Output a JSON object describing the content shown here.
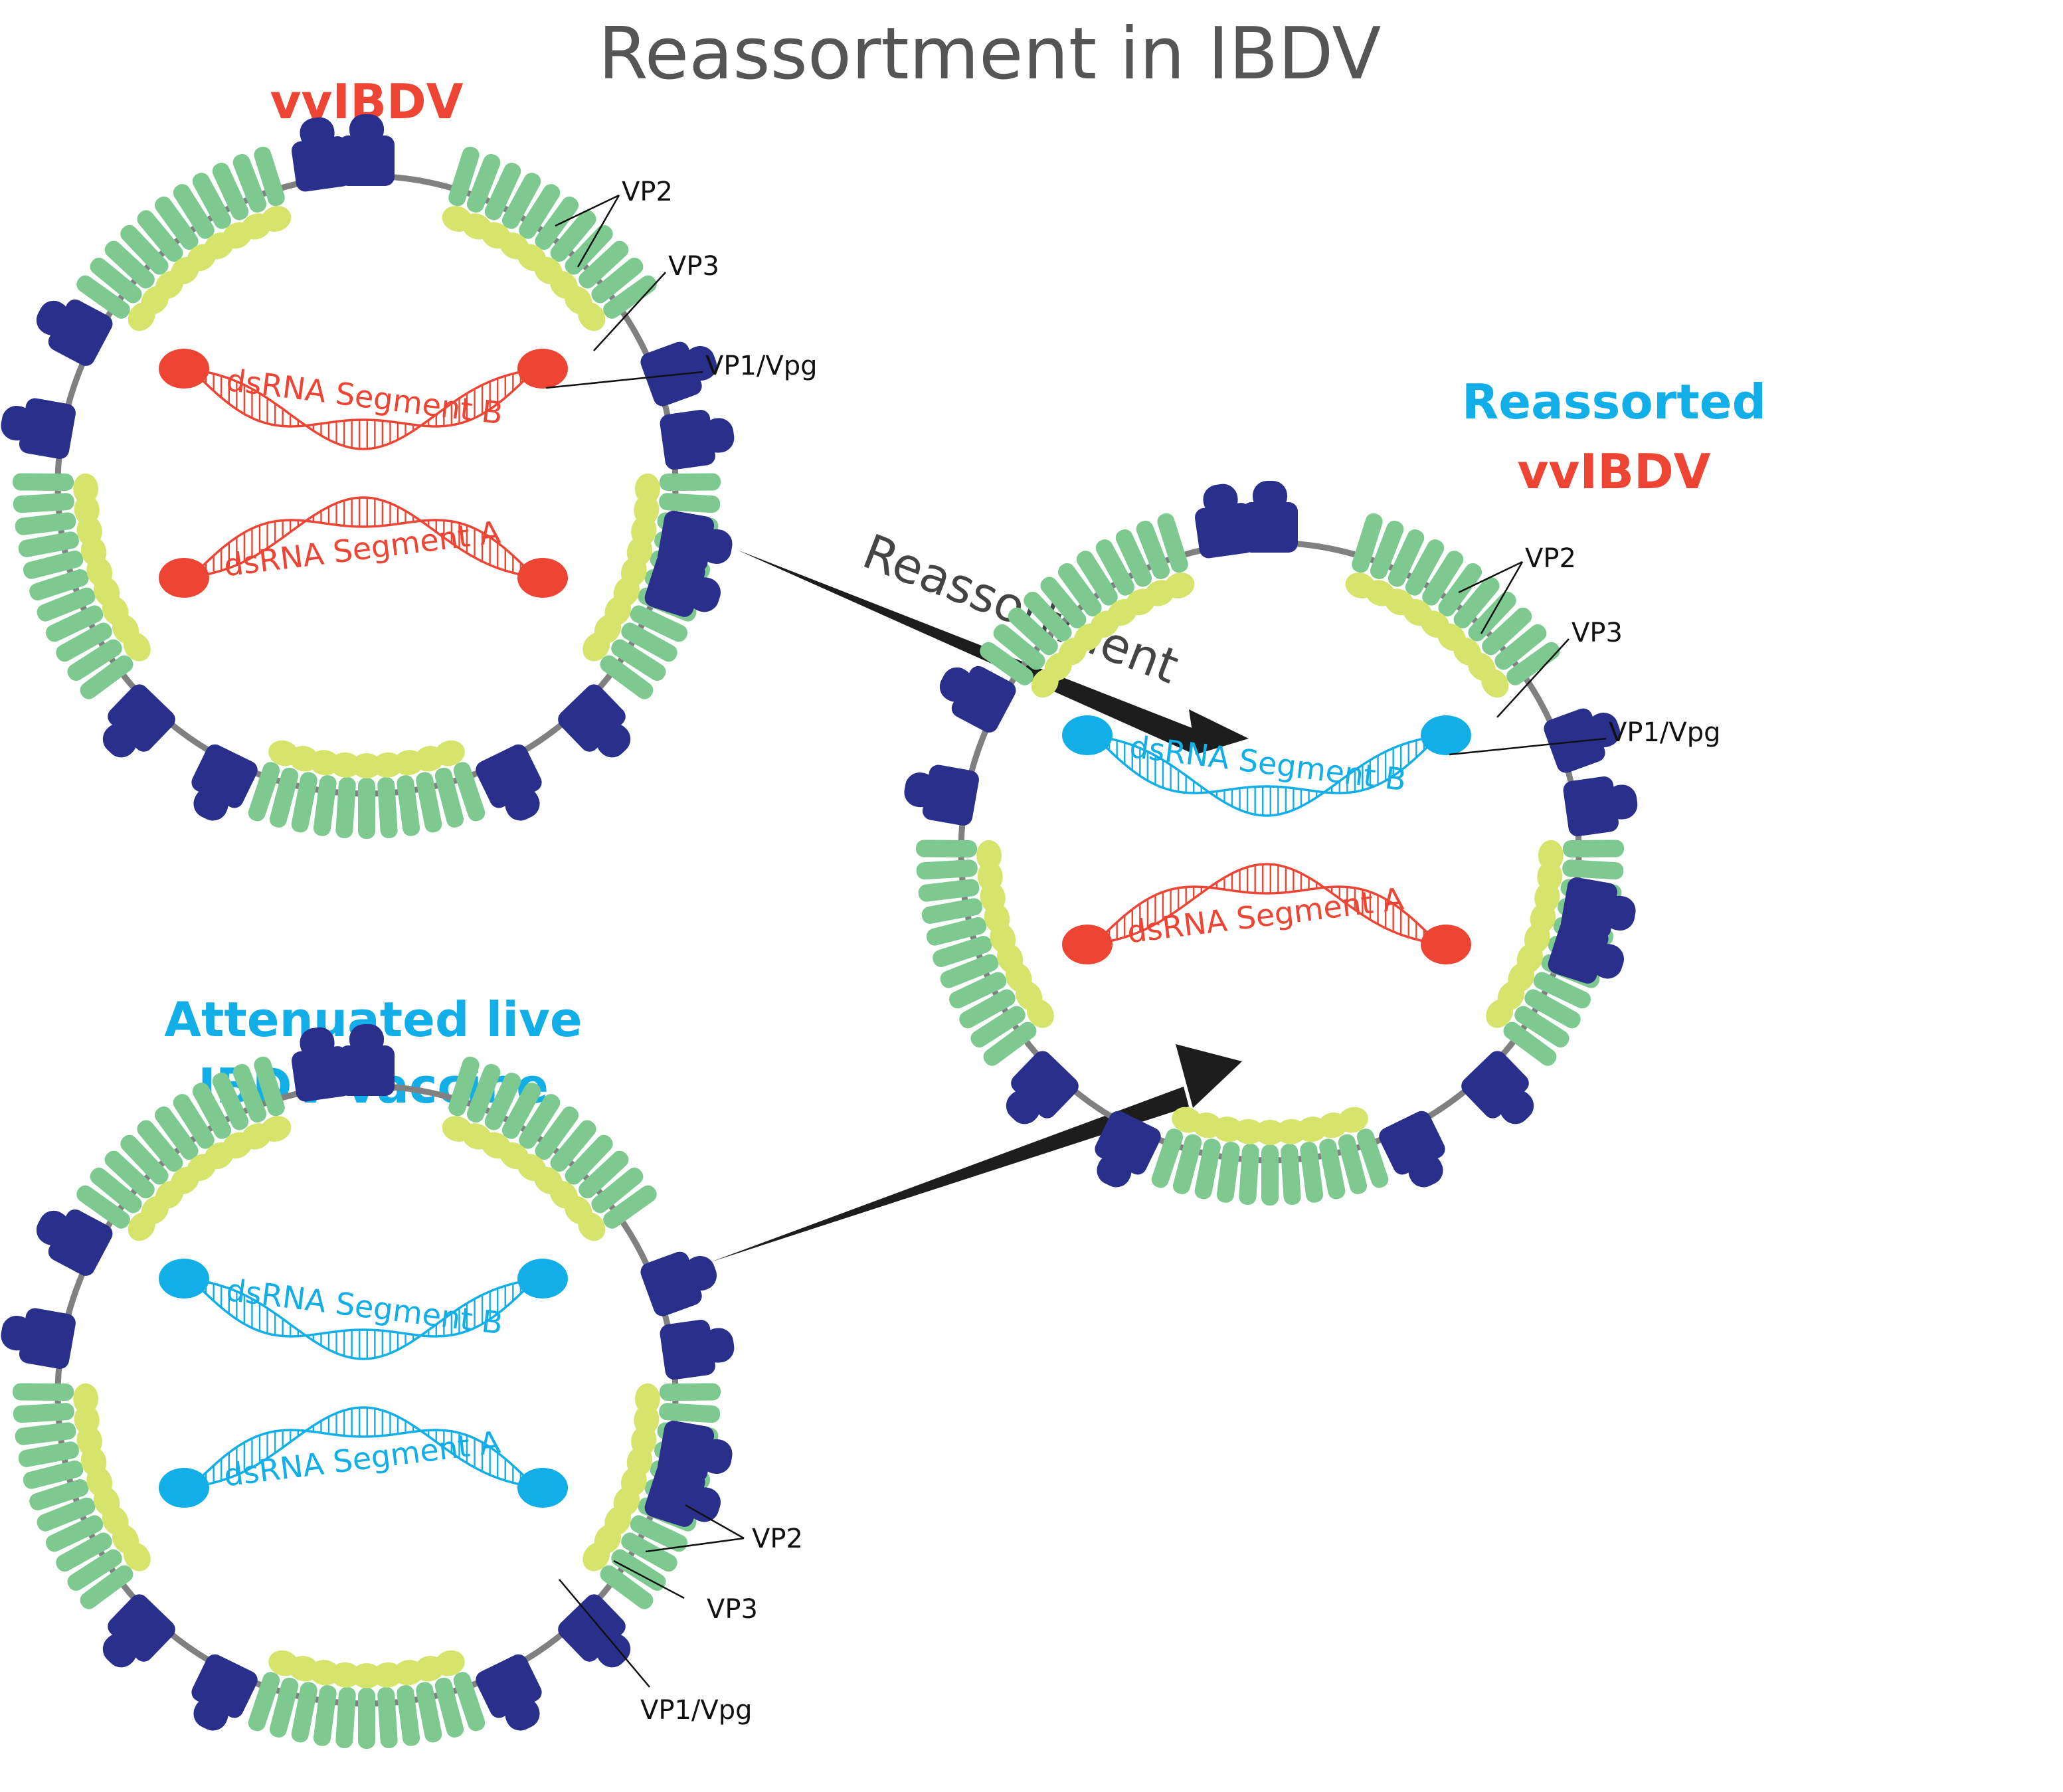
{
  "title": "Reassortment in IBDV",
  "arrow_label": "Reassortment",
  "colors": {
    "red": "#ee4433",
    "blue": "#12aee8",
    "navy": "#2b2f8c",
    "green": "#7dc98f",
    "yellow": "#d6e46c",
    "shell": "#808080",
    "title": "#555555",
    "arrow": "#1d1d1d",
    "callout": "#111111"
  },
  "virions": [
    {
      "id": "vvibdv",
      "title_lines": [
        {
          "text": "vvIBDV",
          "color": "red"
        }
      ],
      "segment_b": {
        "label": "dsRNA Segment B",
        "color": "red"
      },
      "segment_a": {
        "label": "dsRNA Segment A",
        "color": "red"
      },
      "callouts": {
        "vp2": "VP2",
        "vp3": "VP3",
        "vp1": "VP1/Vpg"
      }
    },
    {
      "id": "vaccine",
      "title_lines": [
        {
          "text": "Attenuated live",
          "color": "blue"
        },
        {
          "text": "IBDV vaccine",
          "color": "blue"
        }
      ],
      "segment_b": {
        "label": "dsRNA Segment B",
        "color": "blue"
      },
      "segment_a": {
        "label": "dsRNA Segment A",
        "color": "blue"
      },
      "callouts": {
        "vp2": "VP2",
        "vp3": "VP3",
        "vp1": "VP1/Vpg"
      }
    },
    {
      "id": "reassorted",
      "title_lines": [
        {
          "text": "Reassorted",
          "color": "blue"
        },
        {
          "text": "vvIBDV",
          "color": "red"
        }
      ],
      "segment_b": {
        "label": "dsRNA Segment B",
        "color": "blue"
      },
      "segment_a": {
        "label": "dsRNA Segment A",
        "color": "red"
      },
      "callouts": {
        "vp2": "VP2",
        "vp3": "VP3",
        "vp1": "VP1/Vpg"
      }
    }
  ]
}
